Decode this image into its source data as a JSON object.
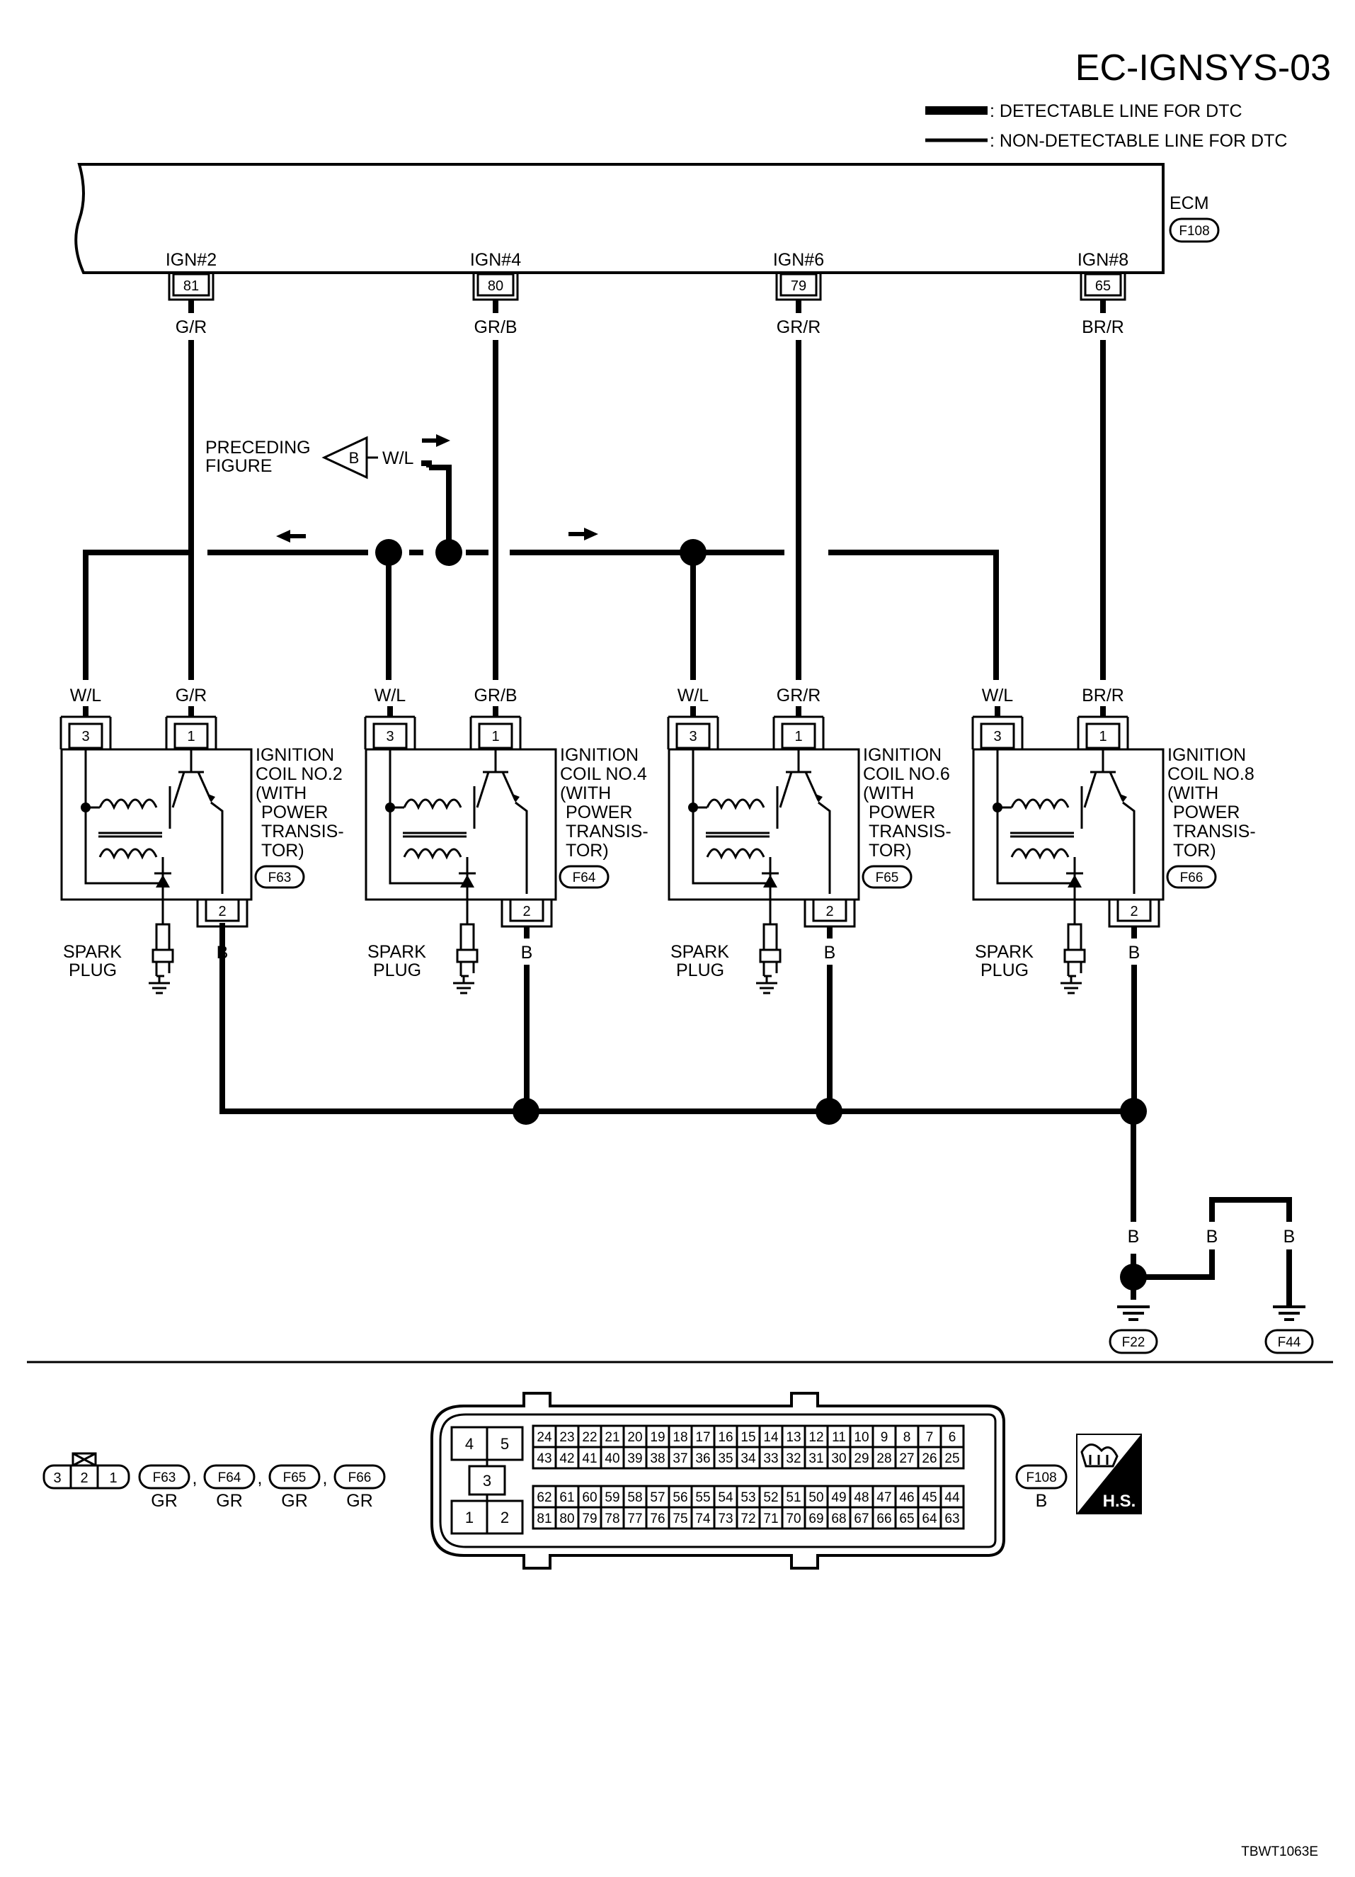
{
  "diagram_id": "EC-IGNSYS-03",
  "legend": {
    "detectable": ": DETECTABLE LINE FOR DTC",
    "non_detectable": ": NON-DETECTABLE LINE FOR DTC"
  },
  "ecm": {
    "name": "ECM",
    "connector": "F108"
  },
  "channels": [
    {
      "signal": "IGN#2",
      "ecm_pin": "81",
      "ecm_wire": "G/R",
      "supply_wire": "W/L",
      "signal_wire": "G/R",
      "ground_wire": "B",
      "pin_supply": "3",
      "pin_signal": "1",
      "pin_ground": "2",
      "coil_lines": [
        "IGNITION",
        "COIL NO.2",
        "(WITH",
        "POWER",
        "TRANSIS-",
        "TOR)"
      ],
      "connector": "F63",
      "plug_lines": [
        "SPARK",
        "PLUG"
      ]
    },
    {
      "signal": "IGN#4",
      "ecm_pin": "80",
      "ecm_wire": "GR/B",
      "supply_wire": "W/L",
      "signal_wire": "GR/B",
      "ground_wire": "B",
      "pin_supply": "3",
      "pin_signal": "1",
      "pin_ground": "2",
      "coil_lines": [
        "IGNITION",
        "COIL NO.4",
        "(WITH",
        "POWER",
        "TRANSIS-",
        "TOR)"
      ],
      "connector": "F64",
      "plug_lines": [
        "SPARK",
        "PLUG"
      ]
    },
    {
      "signal": "IGN#6",
      "ecm_pin": "79",
      "ecm_wire": "GR/R",
      "supply_wire": "W/L",
      "signal_wire": "GR/R",
      "ground_wire": "B",
      "pin_supply": "3",
      "pin_signal": "1",
      "pin_ground": "2",
      "coil_lines": [
        "IGNITION",
        "COIL NO.6",
        "(WITH",
        "POWER",
        "TRANSIS-",
        "TOR)"
      ],
      "connector": "F65",
      "plug_lines": [
        "SPARK",
        "PLUG"
      ]
    },
    {
      "signal": "IGN#8",
      "ecm_pin": "65",
      "ecm_wire": "BR/R",
      "supply_wire": "W/L",
      "signal_wire": "BR/R",
      "ground_wire": "B",
      "pin_supply": "3",
      "pin_signal": "1",
      "pin_ground": "2",
      "coil_lines": [
        "IGNITION",
        "COIL NO.8",
        "(WITH",
        "POWER",
        "TRANSIS-",
        "TOR)"
      ],
      "connector": "F66",
      "plug_lines": [
        "SPARK",
        "PLUG"
      ]
    }
  ],
  "preceding": {
    "lines": [
      "PRECEDING",
      "FIGURE"
    ],
    "ref": "B",
    "wire": "W/L"
  },
  "grounds": {
    "wire_main": "B",
    "wire_2": "B",
    "wire_3": "B",
    "g1": "F22",
    "g2": "F44"
  },
  "connector_views": {
    "coil_pins": [
      "3",
      "2",
      "1"
    ],
    "coil_connectors": [
      "F63",
      "F64",
      "F65",
      "F66"
    ],
    "coil_colors": [
      "GR",
      "GR",
      "GR",
      "GR"
    ],
    "ecm_left_pins": [
      "4",
      "5",
      "3",
      "1",
      "2"
    ],
    "ecm_row1": [
      "24",
      "23",
      "22",
      "21",
      "20",
      "19",
      "18",
      "17",
      "16",
      "15",
      "14",
      "13",
      "12",
      "11",
      "10",
      "9",
      "8",
      "7",
      "6"
    ],
    "ecm_row2": [
      "43",
      "42",
      "41",
      "40",
      "39",
      "38",
      "37",
      "36",
      "35",
      "34",
      "33",
      "32",
      "31",
      "30",
      "29",
      "28",
      "27",
      "26",
      "25"
    ],
    "ecm_row3": [
      "62",
      "61",
      "60",
      "59",
      "58",
      "57",
      "56",
      "55",
      "54",
      "53",
      "52",
      "51",
      "50",
      "49",
      "48",
      "47",
      "46",
      "45",
      "44"
    ],
    "ecm_row4": [
      "81",
      "80",
      "79",
      "78",
      "77",
      "76",
      "75",
      "74",
      "73",
      "72",
      "71",
      "70",
      "69",
      "68",
      "67",
      "66",
      "65",
      "64",
      "63"
    ],
    "ecm_connector": "F108",
    "ecm_color": "B",
    "hs_label": "H.S."
  },
  "footer_code": "TBWT1063E"
}
